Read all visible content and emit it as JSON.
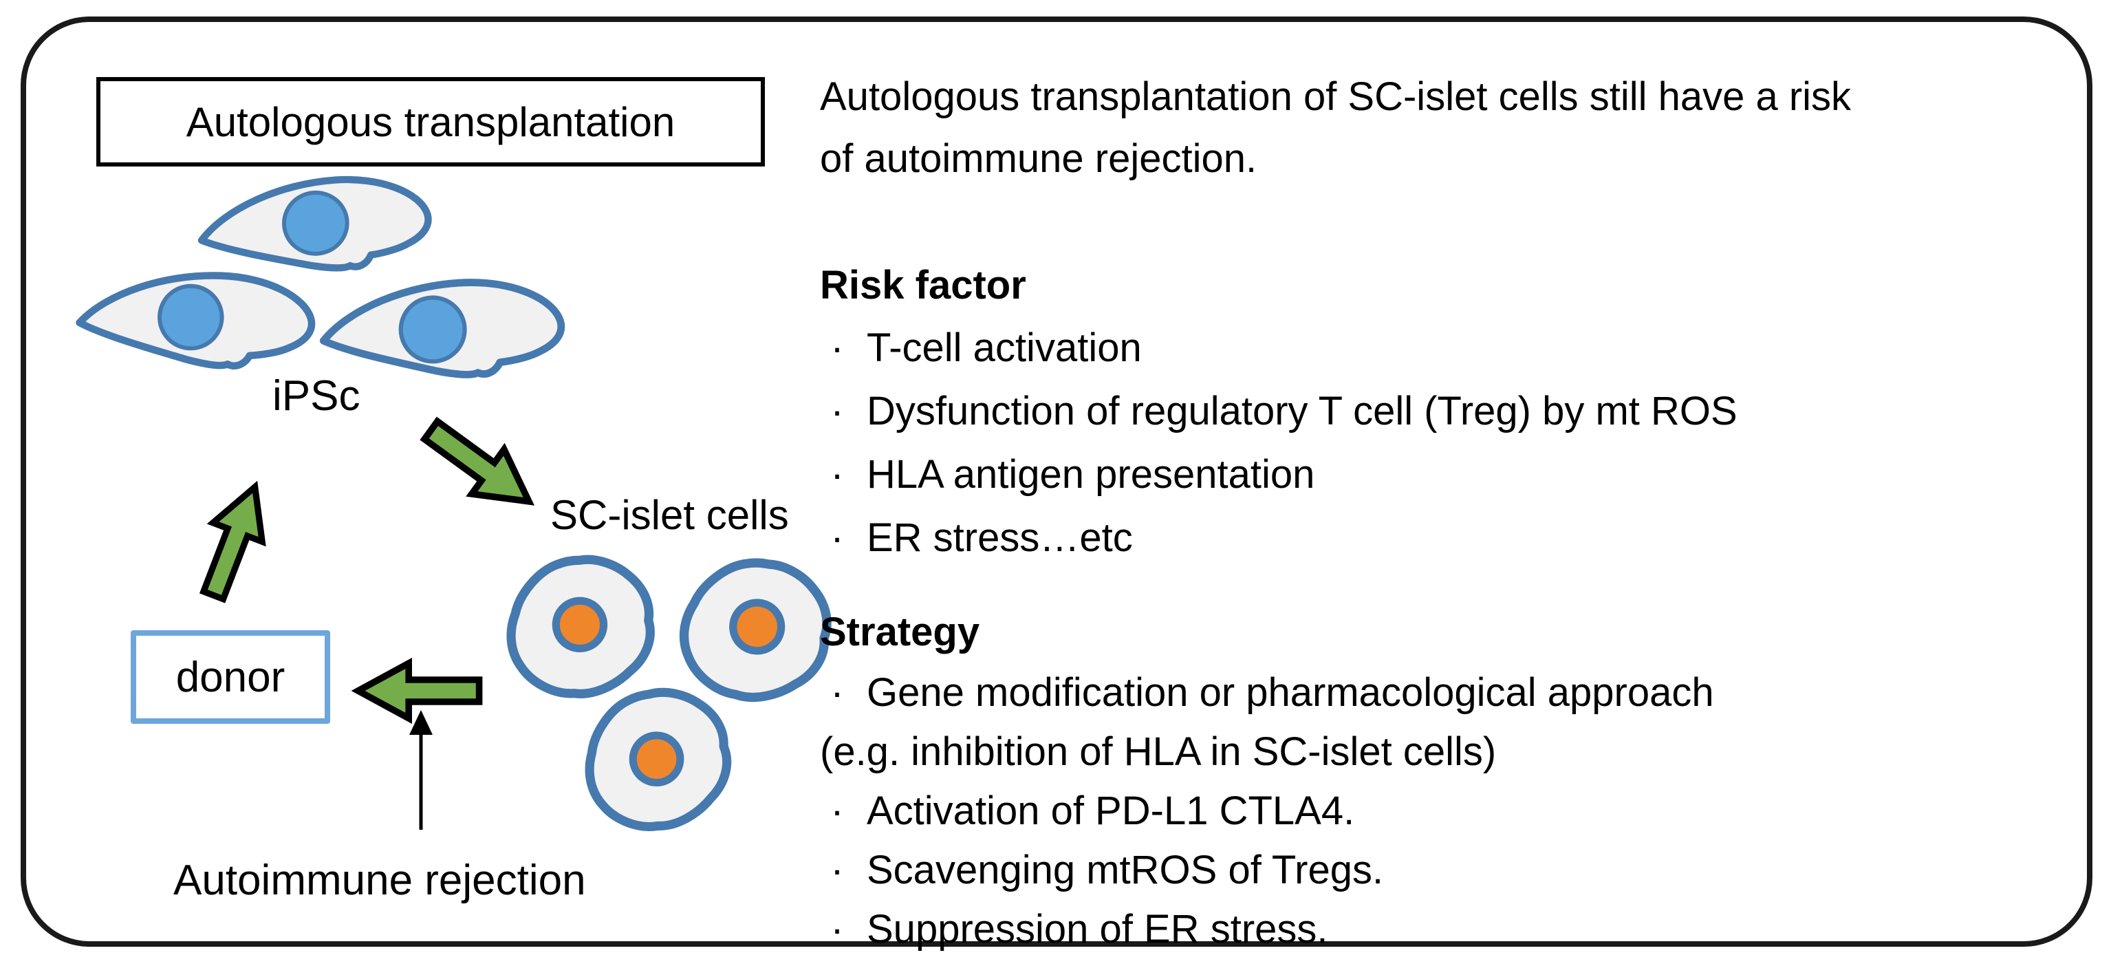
{
  "diagram": {
    "title": "Autologous transplantation",
    "ipsc_label": "iPSc",
    "sc_islet_label": "SC-islet cells",
    "donor_label": "donor",
    "autoimmune_label": "Autoimmune rejection",
    "colors": {
      "frame_border": "#1a1a1a",
      "cell_outline": "#4679AE",
      "cell_fill": "#F1F1F1",
      "ipsc_nucleus": "#5BA3DC",
      "islet_nucleus": "#F0862B",
      "arrow_green": "#76AD4B",
      "donor_border": "#6CA6DD",
      "text": "#000000"
    }
  },
  "notes": {
    "bullet_glyph": "·",
    "intro_lines": [
      "Autologous transplantation of SC-islet cells still have a risk",
      "of autoimmune rejection."
    ],
    "risk": {
      "heading": "Risk factor",
      "items": [
        "T-cell activation",
        "Dysfunction of regulatory T cell (Treg) by mt ROS",
        "HLA antigen presentation",
        "ER stress…etc"
      ]
    },
    "strategy": {
      "heading": "Strategy",
      "items": [
        {
          "bulleted": true,
          "text": "Gene modification or pharmacological approach"
        },
        {
          "bulleted": false,
          "text": "(e.g. inhibition of HLA in SC-islet cells)"
        },
        {
          "bulleted": true,
          "text": "Activation of PD-L1 CTLA4."
        },
        {
          "bulleted": true,
          "text": "Scavenging mtROS of Tregs."
        },
        {
          "bulleted": true,
          "text": "Suppression of ER stress."
        }
      ]
    }
  }
}
